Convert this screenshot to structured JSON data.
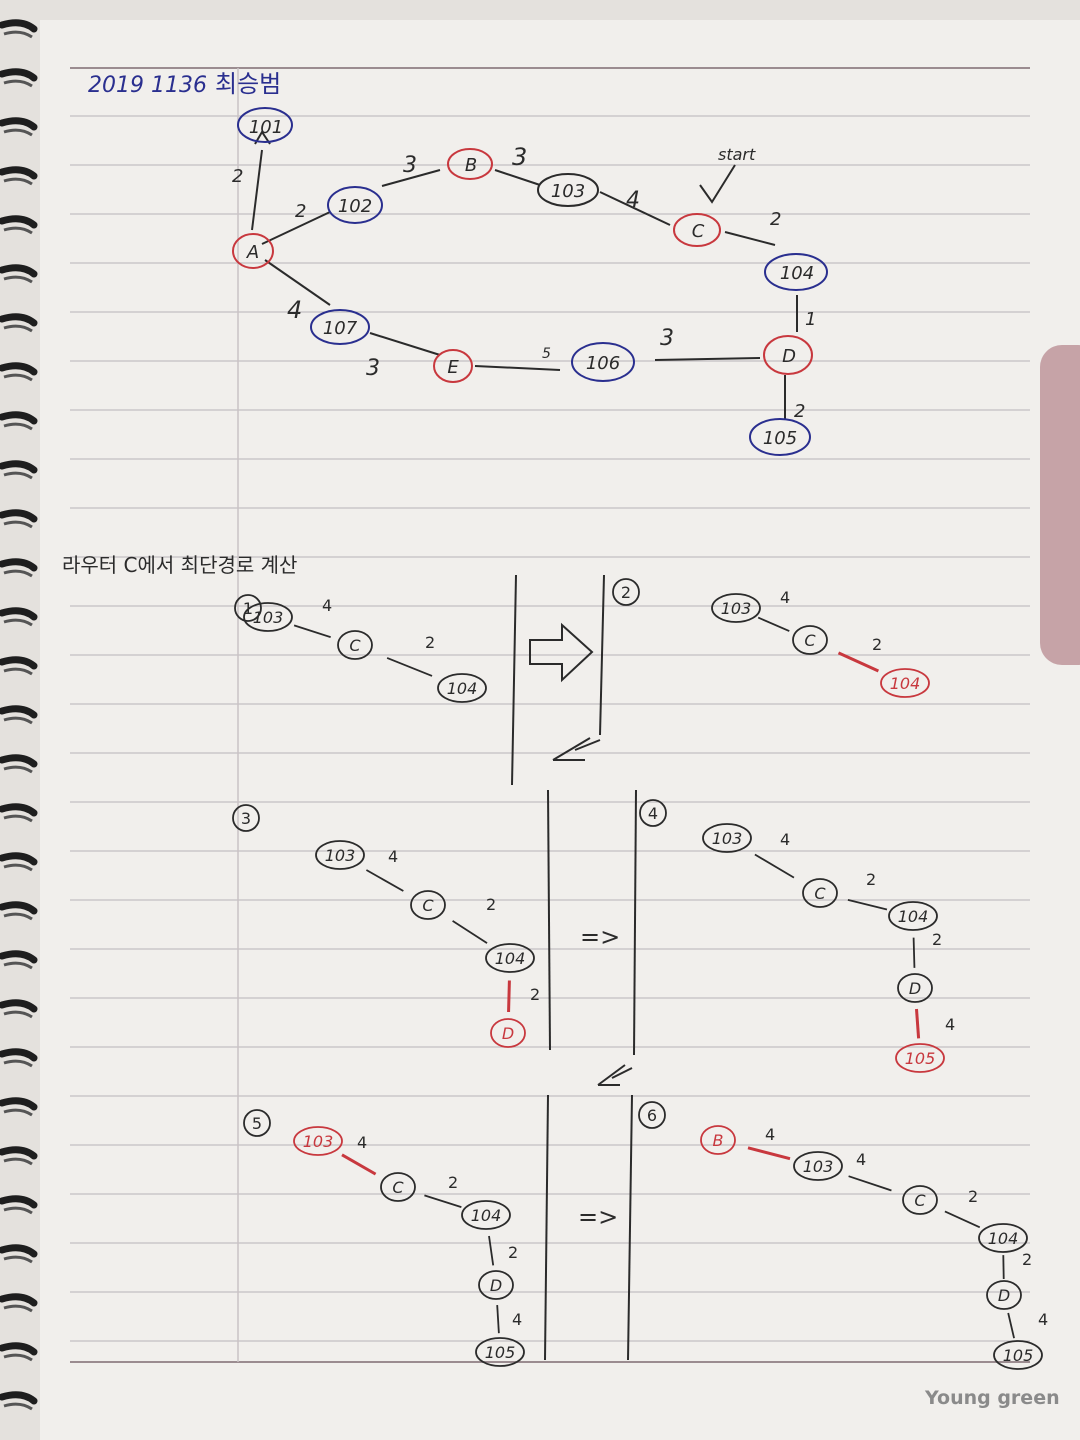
{
  "header": {
    "student_id": "2019 1136",
    "name": "최승범"
  },
  "section_title": "라우터 C에서 최단경로 계산",
  "start_label": "start",
  "brand": "Young green",
  "top_graph": {
    "routers": [
      "A",
      "B",
      "C",
      "D",
      "E"
    ],
    "networks": [
      "101",
      "102",
      "103",
      "104",
      "105",
      "106",
      "107"
    ],
    "edge_weights": [
      "2",
      "2",
      "3",
      "3",
      "4",
      "2",
      "1",
      "2",
      "3",
      "5",
      "4",
      "3"
    ]
  },
  "steps": {
    "s1": {
      "num": "1",
      "nodes": [
        "103",
        "C",
        "104"
      ],
      "weights": [
        "4",
        "2"
      ]
    },
    "s2": {
      "num": "2",
      "nodes": [
        "103",
        "C",
        "104"
      ],
      "weights": [
        "4",
        "2"
      ]
    },
    "s3": {
      "num": "3",
      "nodes": [
        "103",
        "C",
        "104",
        "D"
      ],
      "weights": [
        "4",
        "2",
        "2"
      ]
    },
    "s4": {
      "num": "4",
      "nodes": [
        "103",
        "C",
        "104",
        "D",
        "105"
      ],
      "weights": [
        "4",
        "2",
        "2",
        "4"
      ]
    },
    "s5": {
      "num": "5",
      "nodes": [
        "103",
        "C",
        "104",
        "D",
        "105"
      ],
      "weights": [
        "4",
        "2",
        "2",
        "4"
      ]
    },
    "s6": {
      "num": "6",
      "nodes": [
        "B",
        "103",
        "C",
        "104",
        "D",
        "105"
      ],
      "weights": [
        "4",
        "4",
        "2",
        "2",
        "4"
      ]
    }
  },
  "arrow_symbol": "=>",
  "colors": {
    "paper": "#f1efec",
    "rule": "#b9b4b6",
    "blue_ink": "#2a2f8f",
    "red_ink": "#c8383e",
    "black_ink": "#2b2b2b",
    "tab": "#b78a90"
  }
}
